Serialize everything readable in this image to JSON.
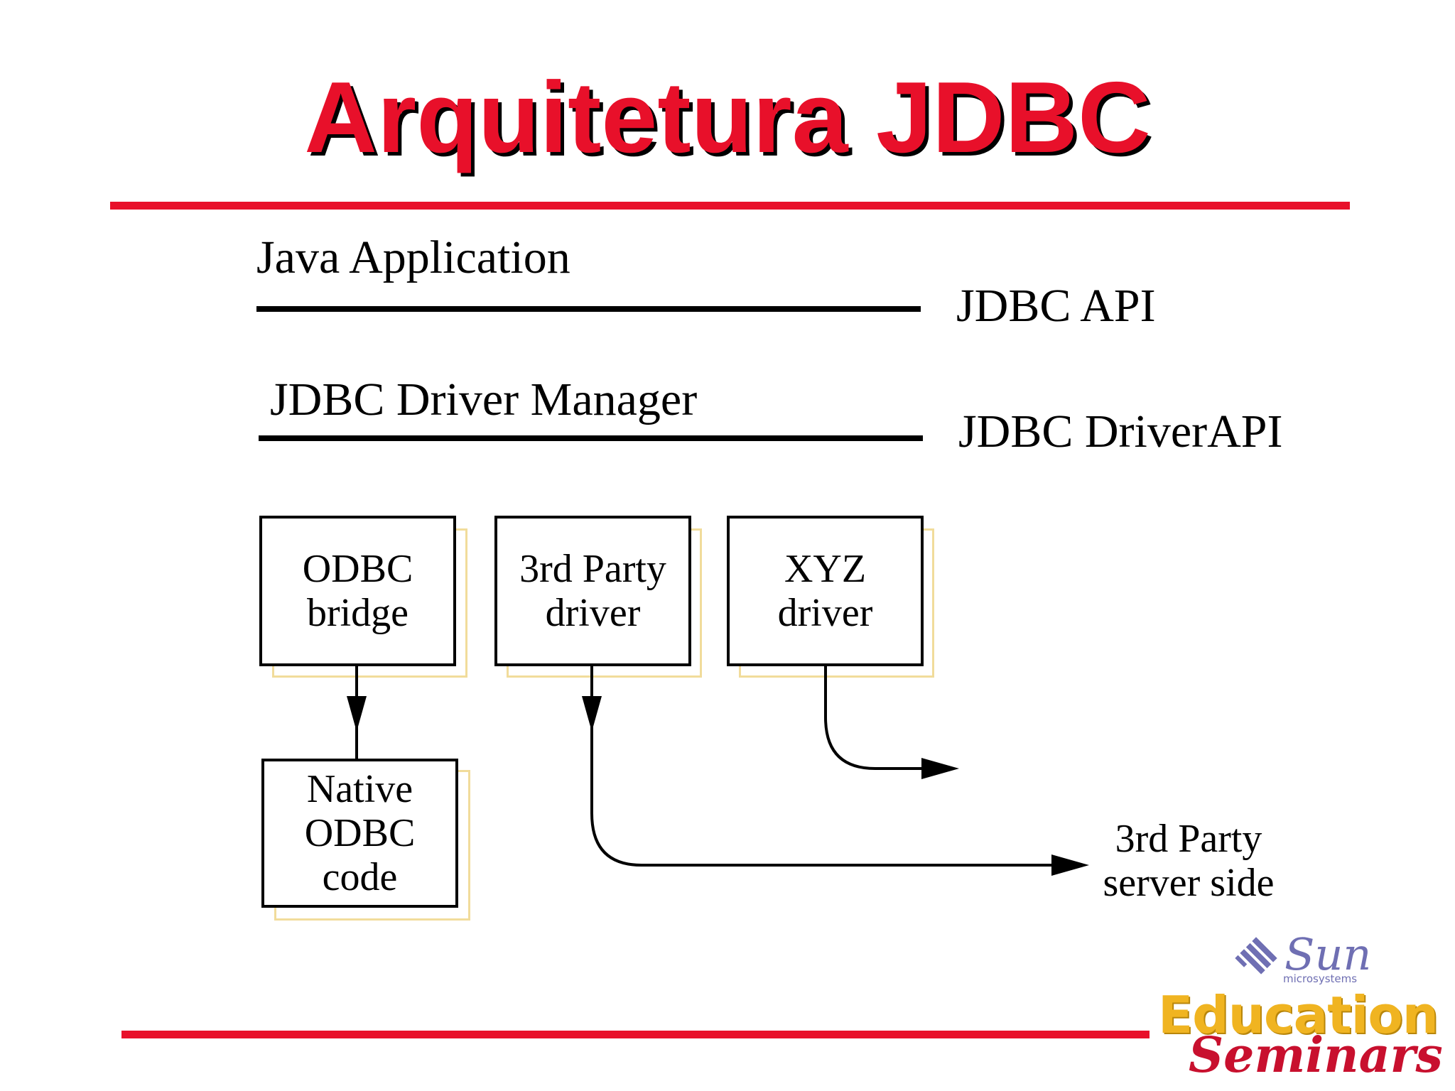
{
  "slide": {
    "title": "Arquitetura JDBC"
  },
  "diagram": {
    "layers": {
      "application": "Java Application",
      "api": "JDBC API",
      "manager": "JDBC Driver Manager",
      "driver_api": "JDBC DriverAPI"
    },
    "drivers": [
      {
        "line1": "ODBC",
        "line2": "bridge"
      },
      {
        "line1": "3rd Party",
        "line2": "driver"
      },
      {
        "line1": "XYZ",
        "line2": "driver"
      }
    ],
    "native": {
      "line1": "Native",
      "line2": "ODBC",
      "line3": "code"
    },
    "server": {
      "line1": "3rd Party",
      "line2": "server side"
    }
  },
  "logo": {
    "sun": "Sun",
    "microsystems": "microsystems",
    "education": "Education",
    "seminars": "Seminars"
  },
  "colors": {
    "accent": "#e8102a",
    "box_shadow": "#f1dc9b",
    "sun_purple": "#6f6fb3",
    "education_gold": "#f0b421",
    "seminars_red": "#c8102e"
  }
}
